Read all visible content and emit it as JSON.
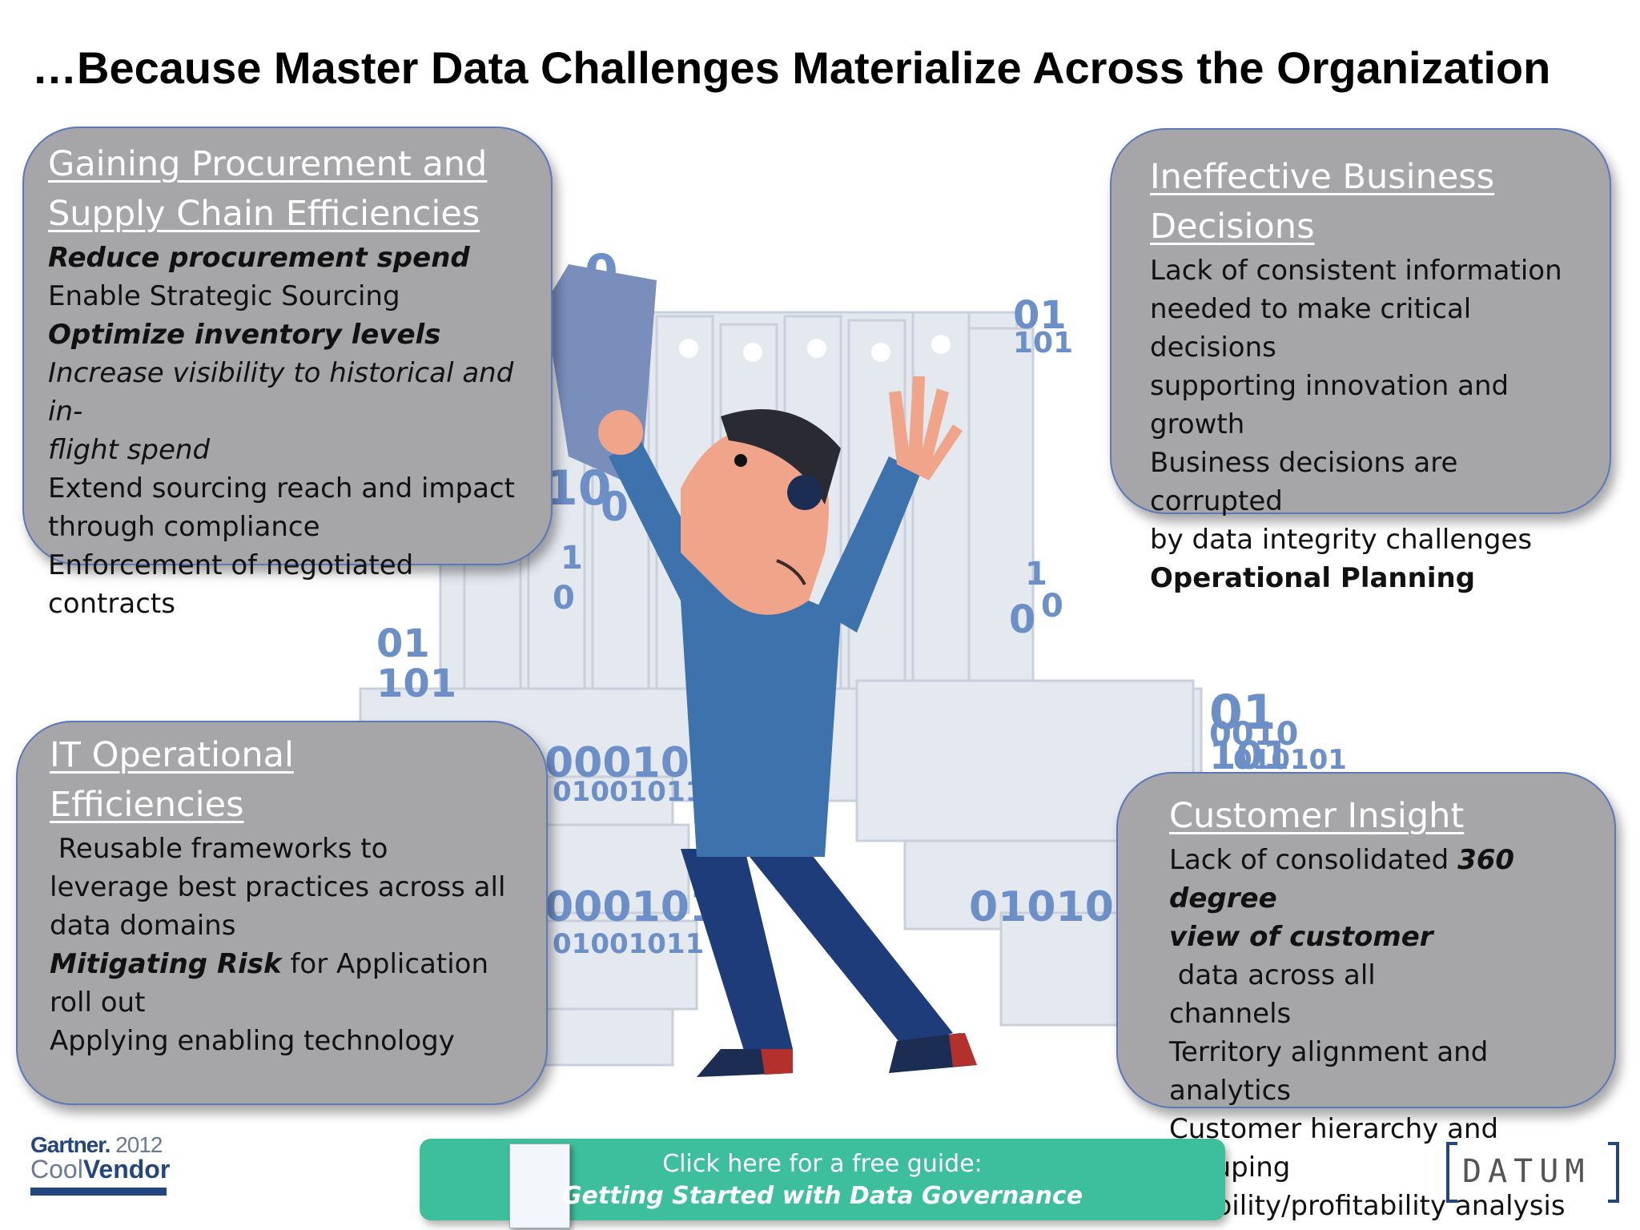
{
  "title": "…Because Master Data Challenges Materialize Across the Organization",
  "boxes": {
    "procurement": {
      "heading_line1": "Gaining Procurement and",
      "heading_line2": "Supply Chain Efficiencies",
      "line1": "Reduce procurement spend",
      "line2": "Enable Strategic Sourcing",
      "line3": "Optimize inventory levels",
      "line4a": "Increase visibility to historical and in-",
      "line4b": "flight spend",
      "line5a": "Extend sourcing reach and  impact",
      "line5b": "through compliance",
      "line6": "Enforcement of negotiated contracts"
    },
    "decisions": {
      "heading_line1": "Ineffective Business",
      "heading_line2": "Decisions",
      "line1": "Lack of consistent information",
      "line2": "needed to make critical decisions",
      "line3": "supporting innovation and growth",
      "line4": "Business decisions are corrupted",
      "line5": "by data integrity challenges",
      "line6": "Operational Planning"
    },
    "it": {
      "heading_line1": "IT Operational",
      "heading_line2": "Efficiencies",
      "line1": " Reusable frameworks to",
      "line2": "leverage best practices across all",
      "line3": "data domains",
      "line4_bold": "Mitigating Risk",
      "line4_rest": " for Application",
      "line5": "roll out",
      "line6": "Applying enabling technology"
    },
    "customer": {
      "heading": "Customer Insight",
      "line1_pre": "Lack of consolidated ",
      "line1_bold": "360 degree",
      "line2_bold": "view of customer",
      "line2_rest": " data across all",
      "line3": "channels",
      "line4": "Territory alignment and analytics",
      "line5": "Customer hierarchy and grouping",
      "line6": "visibility/profitability analysis"
    }
  },
  "illustration": {
    "binary_labels": [
      "0",
      "01",
      "101",
      "01",
      "101",
      "10",
      "0",
      "1",
      "0",
      "0",
      "1",
      "0",
      "01",
      "101",
      "0001011",
      "01001011",
      "0010",
      "010101",
      "0001011",
      "01001011",
      "010101"
    ]
  },
  "gartner": {
    "word1": "Gartner.",
    "year": "2012",
    "cool": "Cool",
    "vendor": "Vendor"
  },
  "cta": {
    "line1": "Click here for a free guide:",
    "line2": "Getting Started with Data Governance"
  },
  "logo": {
    "text": "DATUM"
  },
  "colors": {
    "box_fill": "#a6a6a8",
    "box_border": "#5b79b8",
    "cta": "#3ebf9c",
    "shirt": "#3e72ad",
    "brand_blue": "#24467e"
  }
}
